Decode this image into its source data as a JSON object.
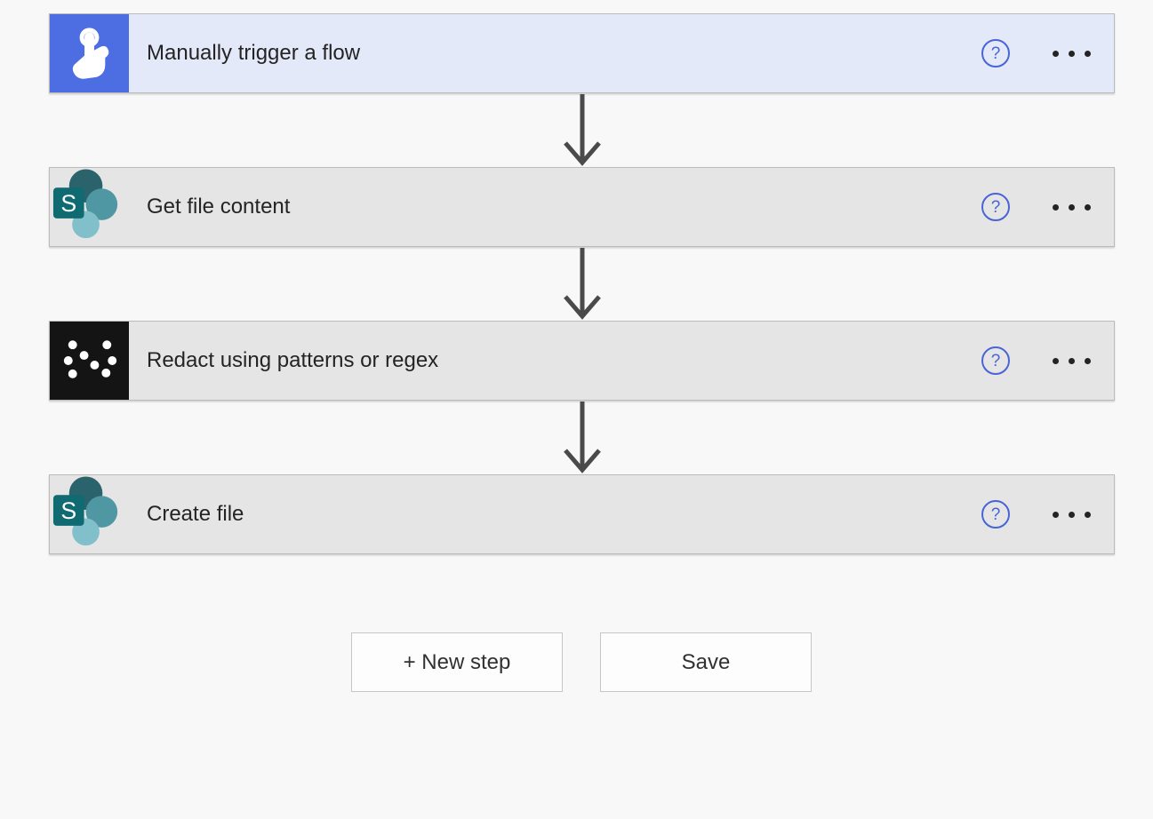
{
  "flow": {
    "steps": [
      {
        "title": "Manually trigger a flow",
        "kind": "trigger",
        "icon": "manual-trigger-touch-icon"
      },
      {
        "title": "Get file content",
        "kind": "action",
        "icon": "sharepoint-icon"
      },
      {
        "title": "Redact using patterns or regex",
        "kind": "action",
        "icon": "redact-dots-icon"
      },
      {
        "title": "Create file",
        "kind": "action",
        "icon": "sharepoint-icon"
      }
    ],
    "help_glyph": "?",
    "sharepoint_letter": "S"
  },
  "actions": {
    "new_step_label": "+ New step",
    "save_label": "Save"
  },
  "colors": {
    "page_bg": "#f8f8f8",
    "trigger_header_bg": "#e4e9f9",
    "trigger_icon_bg": "#4c6ee2",
    "action_header_bg": "#e5e5e5",
    "card_border": "#bdbbb9",
    "help_blue": "#4864d8",
    "arrow_gray": "#4a4a4a",
    "redact_icon_bg": "#141414",
    "sharepoint_dark_circle": "#2b636c",
    "sharepoint_mid_circle": "#4f98a3",
    "sharepoint_light_circle": "#81c0cb",
    "sharepoint_square": "#0f6a71",
    "text": "#242424"
  }
}
